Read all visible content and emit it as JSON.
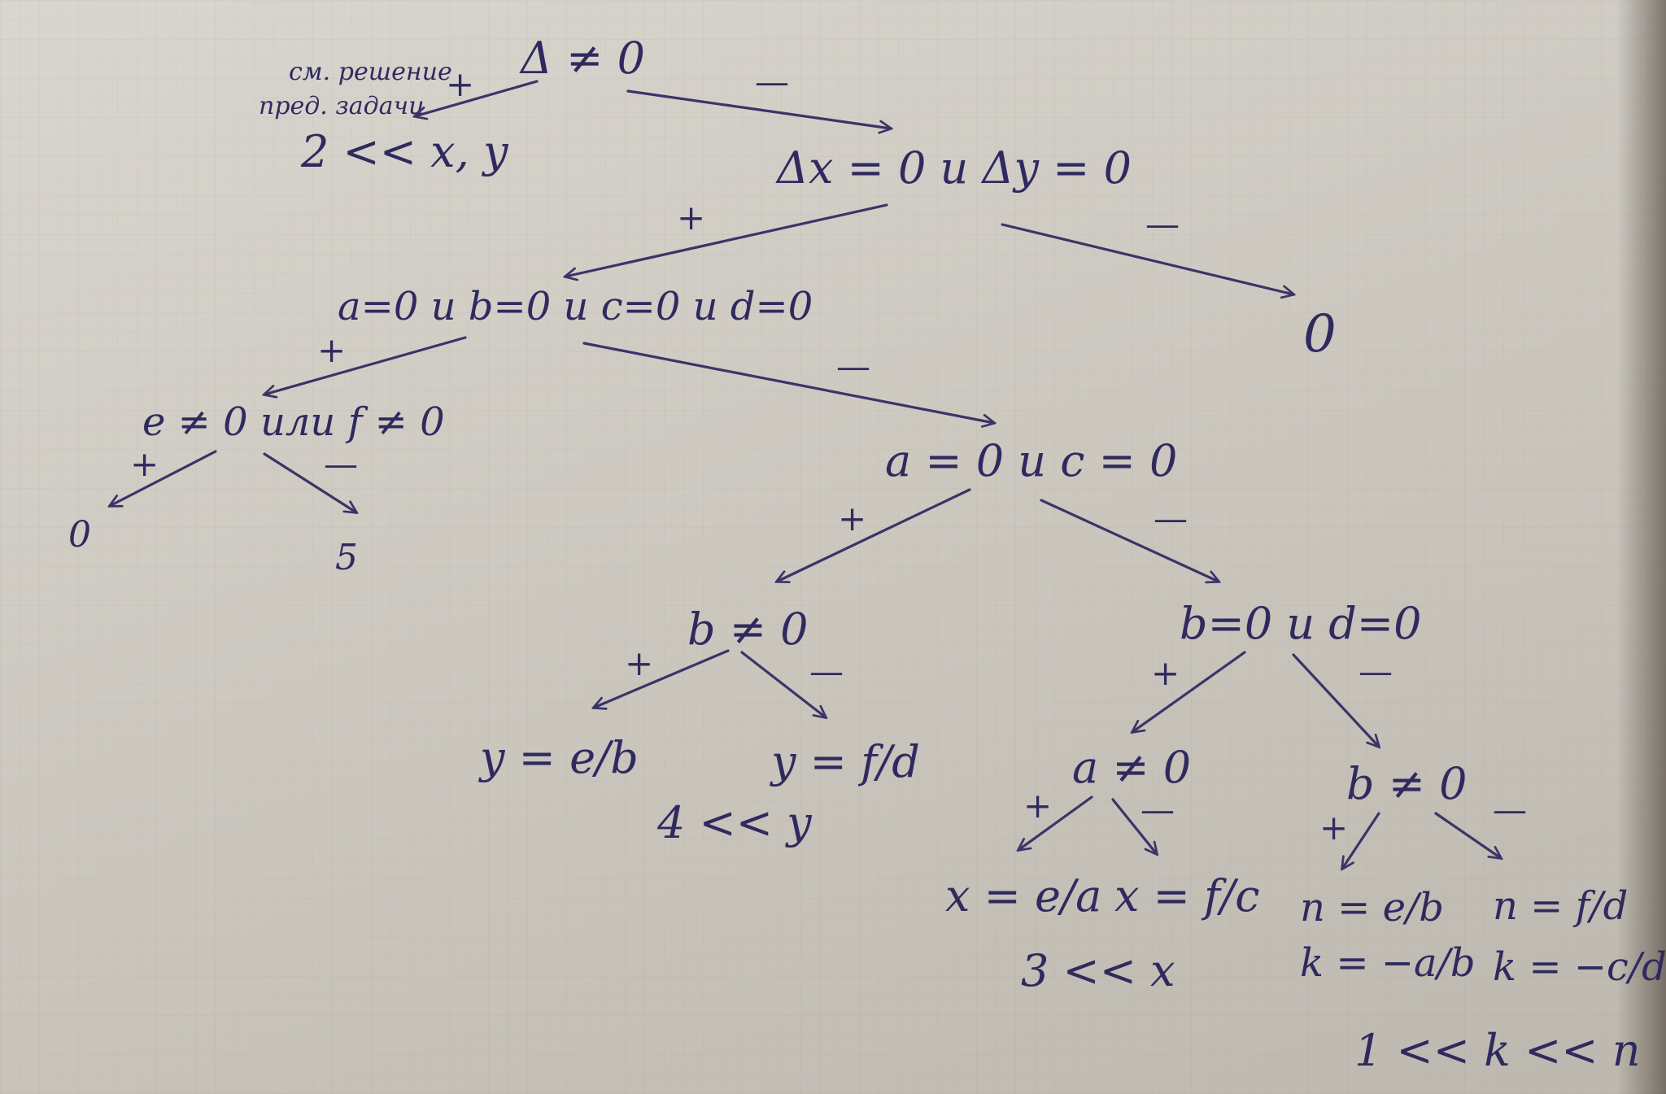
{
  "diagram": {
    "root": {
      "text": "Δ ≠ 0"
    },
    "side_note": {
      "line1": "см. решение",
      "line2": "пред. задачи",
      "line3": "2 << x, y"
    },
    "signs": {
      "plus": "+",
      "minus": "—"
    },
    "nodes": {
      "n_dxdy": "Δx = 0 и Δy = 0",
      "n_abcd": "a=0 и b=0 и c=0 и d=0",
      "leaf_zero_right": "0",
      "n_ef": "e ≠ 0 или f ≠ 0",
      "leaf_zero_left": "0",
      "leaf_five": "5",
      "n_ac": "a = 0 и c = 0",
      "n_b": "b ≠ 0",
      "leaf_y_eb": "y = e/b",
      "leaf_y_fd": "y = f/d",
      "note_4y": "4 << y",
      "n_bd": "b=0 и d=0",
      "n_a": "a ≠ 0",
      "leaf_x_ea": "x = e/a",
      "leaf_x_fc": "x = f/c",
      "note_3x": "3 << x",
      "n_b2": "b ≠ 0",
      "leaf_n_eb": "n = e/b",
      "leaf_k_ab": "k = −a/b",
      "leaf_n_fd": "n = f/d",
      "leaf_k_cd": "k = −c/d",
      "note_1kn": "1 << k << n"
    }
  }
}
